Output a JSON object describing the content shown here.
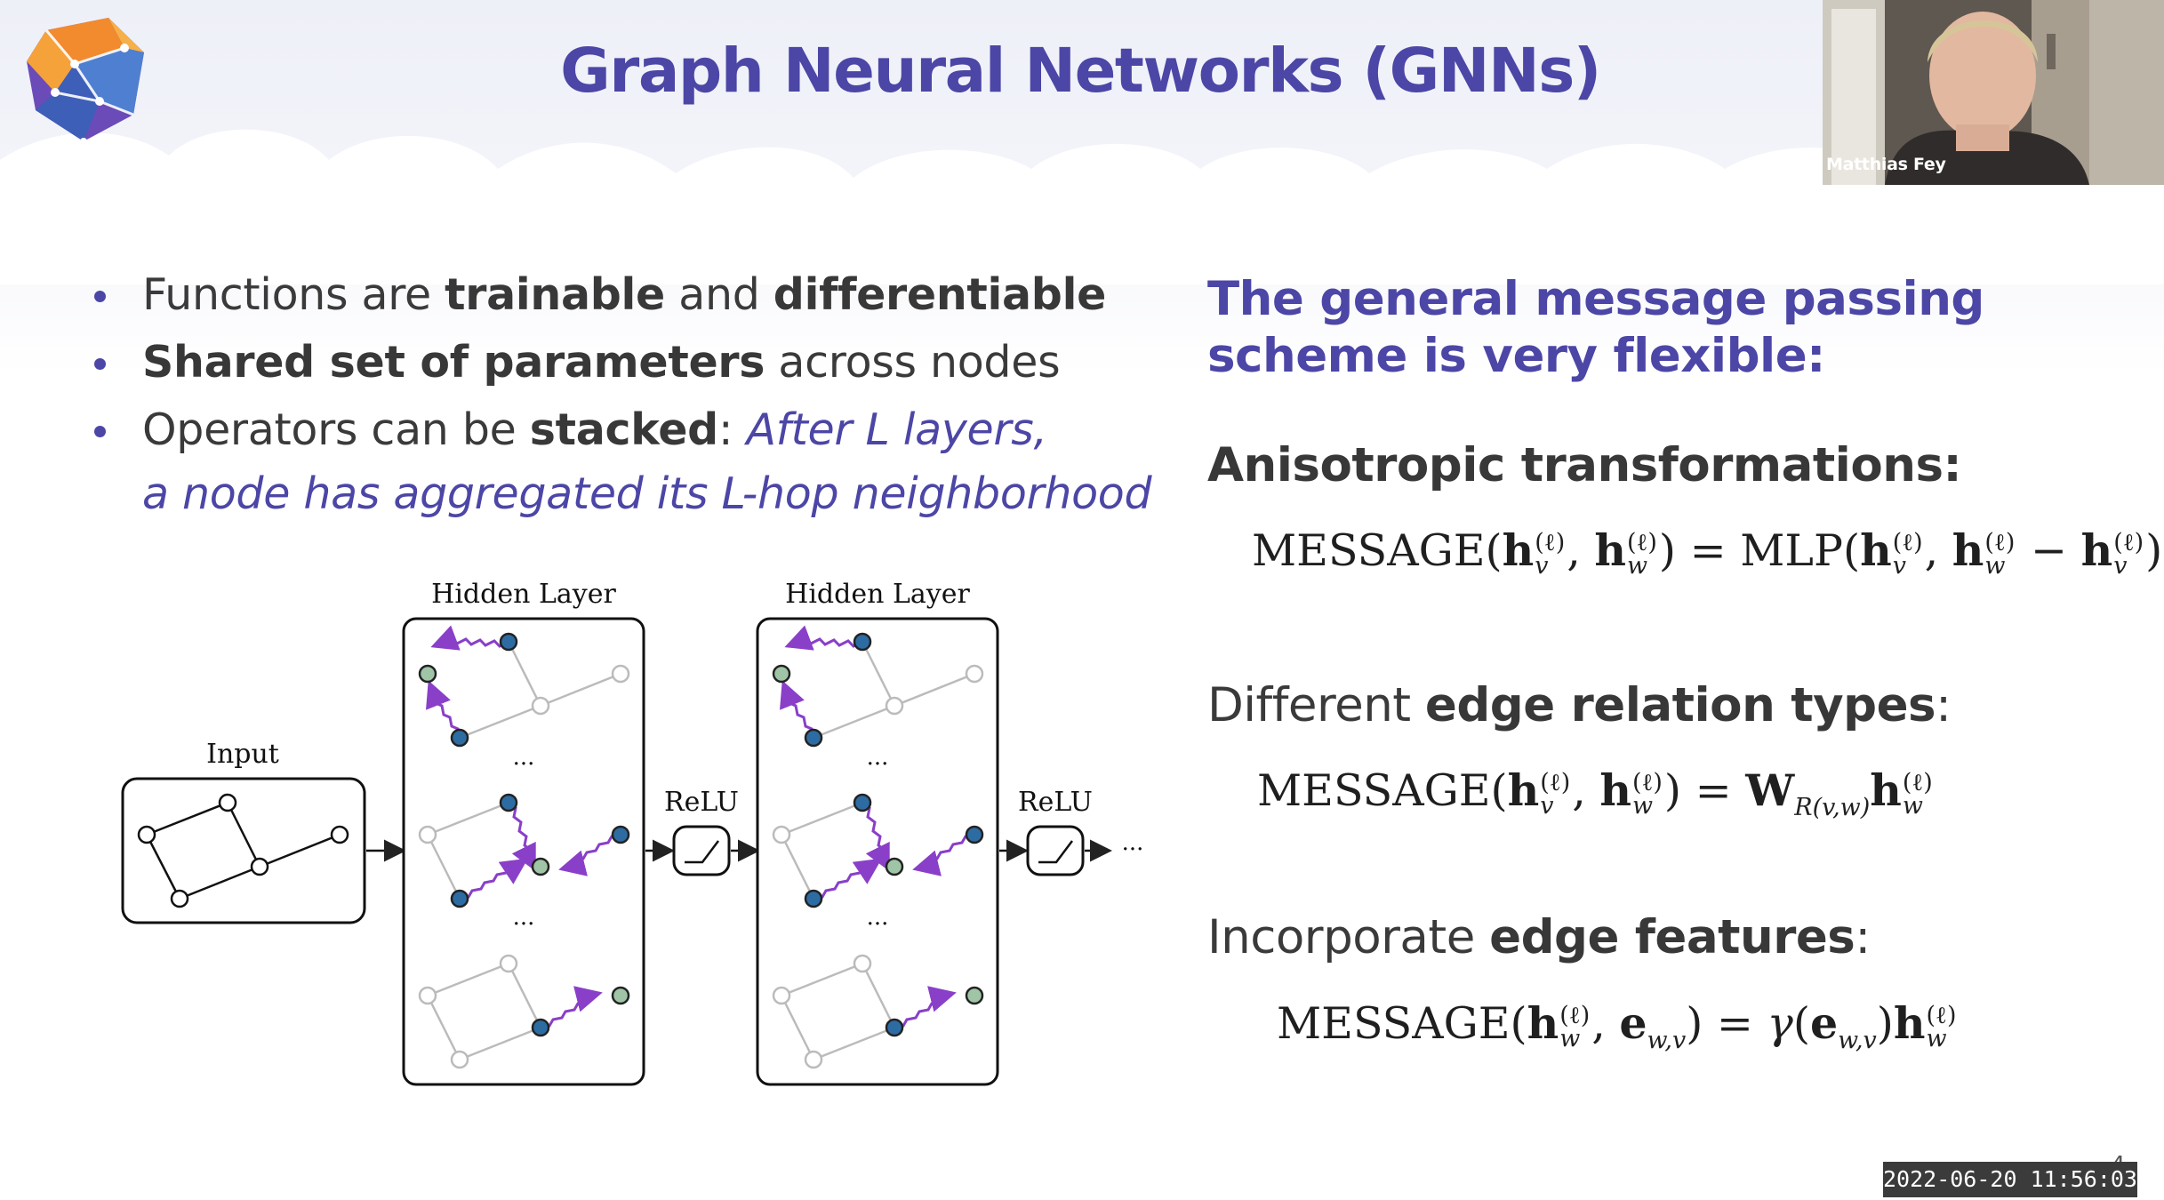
{
  "slide": {
    "title": "Graph Neural Networks (GNNs)",
    "page_number": "4"
  },
  "webcam": {
    "participant_name": "Matthias Fey"
  },
  "bullets": [
    {
      "pre": "Functions are ",
      "b1": "trainable",
      "mid": " and ",
      "b2": "differentiable"
    },
    {
      "b1": "Shared set of parameters",
      "post": " across nodes"
    },
    {
      "pre": "Operators can be ",
      "b1": "stacked",
      "mid": ": ",
      "ital1": "After L layers,",
      "ital2": "a node has aggregated its L-hop neighborhood"
    }
  ],
  "diagram": {
    "input_label": "Input",
    "hidden_label_1": "Hidden Layer",
    "hidden_label_2": "Hidden Layer",
    "relu_label_1": "ReLU",
    "relu_label_2": "ReLU",
    "ellipsis": "···",
    "trailing": "···"
  },
  "right": {
    "title_line1": "The general message passing",
    "title_line2": "scheme is very flexible:",
    "section1": "Anisotropic transformations:",
    "section2_pre": "Different ",
    "section2_bold": "edge relation types",
    "section2_post": ":",
    "section3_pre": "Incorporate ",
    "section3_bold": "edge features",
    "section3_post": ":",
    "eq_fn": "MESSAGE",
    "eq_mlp": "MLP",
    "eq_h": "h",
    "eq_e": "e",
    "eq_W": "W",
    "eq_gamma": "γ",
    "eq_l": "(ℓ)",
    "eq_v": "v",
    "eq_w": "w",
    "eq_Rvw": "R(v,w)",
    "eq_wv": "w,v"
  },
  "overlay": {
    "timestamp": "2022-06-20 11:56:03"
  },
  "colors": {
    "accent": "#4c46a6",
    "node_blue": "#2d6ca3",
    "node_green": "#9fc5a6",
    "edge_purple": "#8a3fc8"
  }
}
